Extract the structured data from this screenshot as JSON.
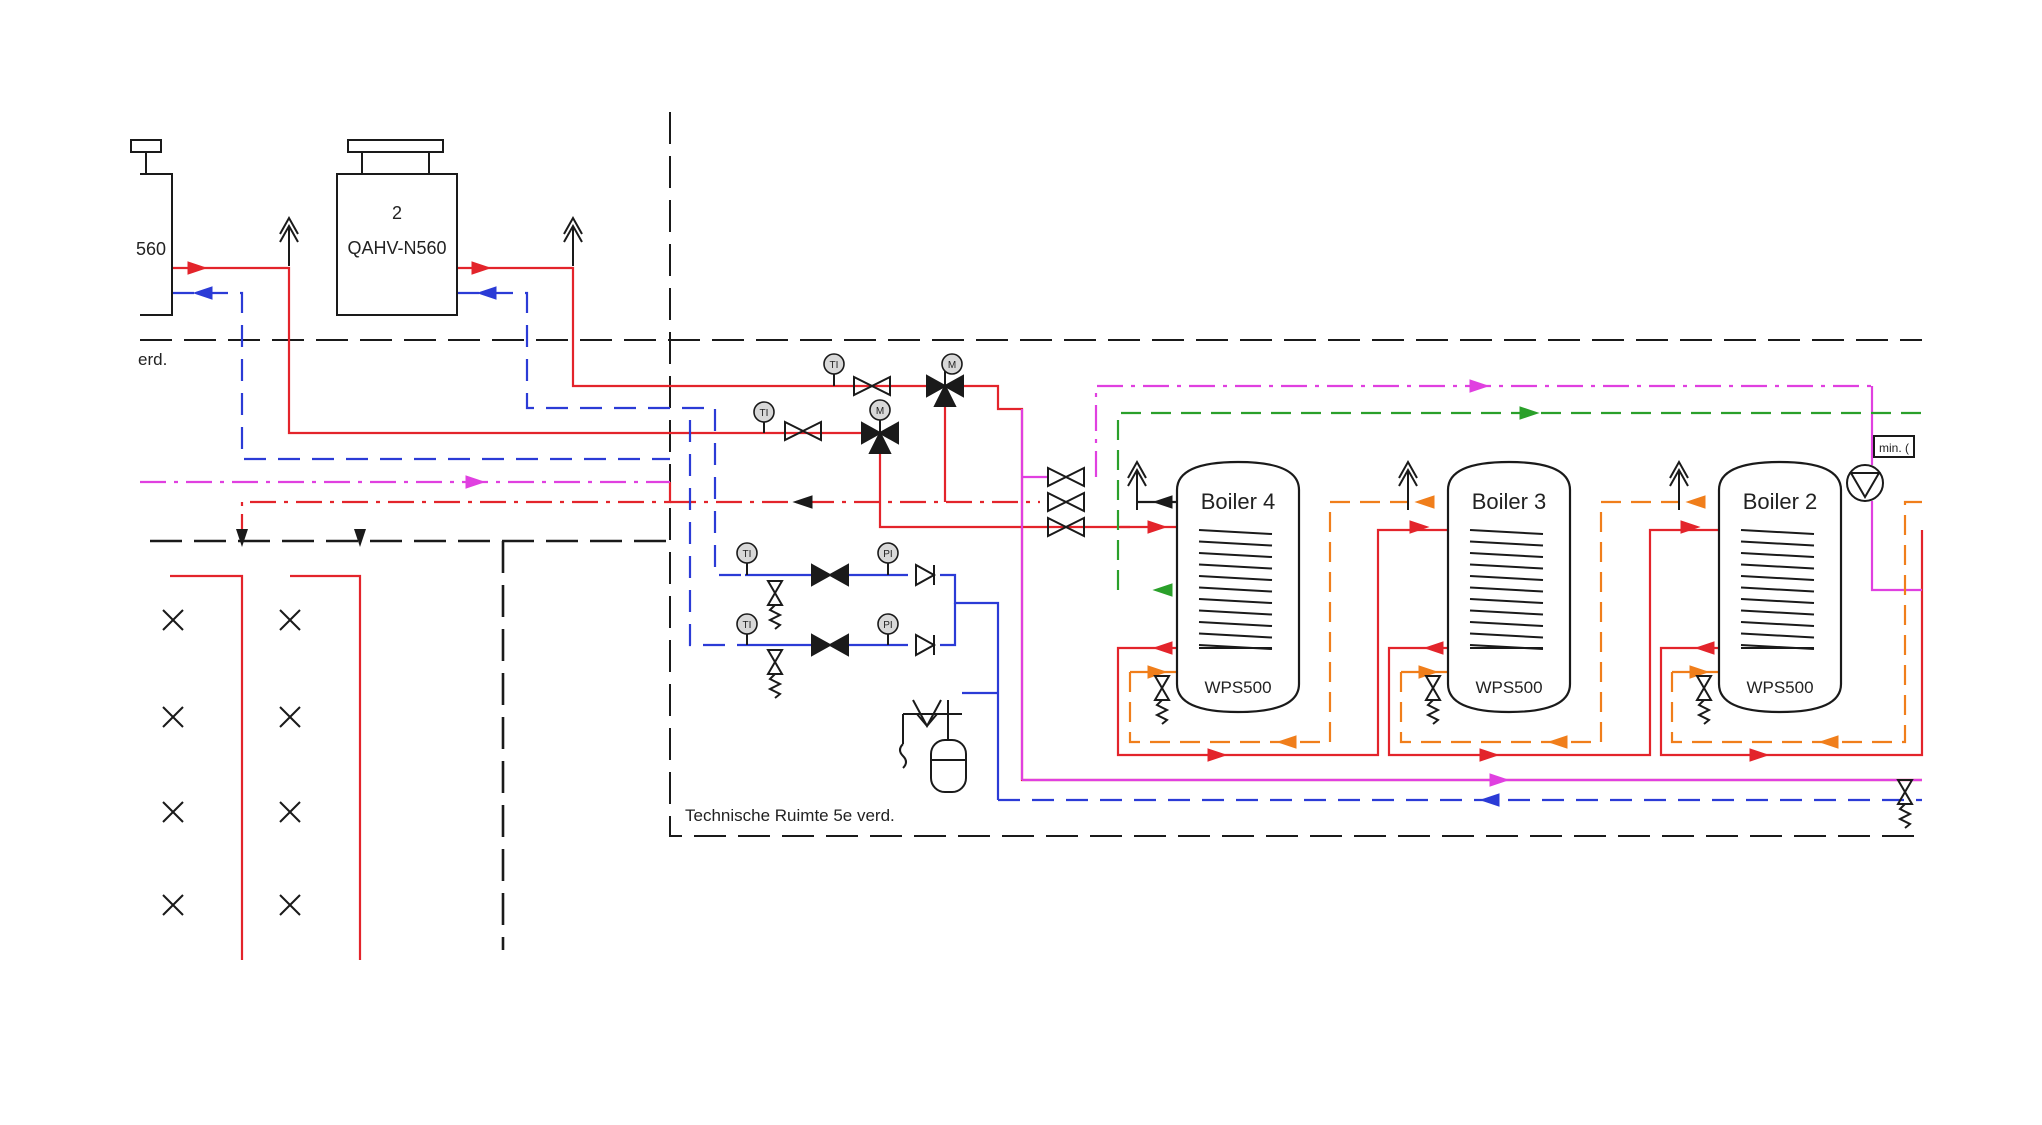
{
  "heat_pumps": [
    {
      "number": "",
      "model": "560",
      "name": "heat-pump-1"
    },
    {
      "number": "2",
      "model": "QAHV-N560",
      "name": "heat-pump-2"
    }
  ],
  "floor_labels": {
    "upper_floor": "erd.",
    "technical_room": "Technische Ruimte 5e verd."
  },
  "boilers": [
    {
      "title": "Boiler 4",
      "model": "WPS500"
    },
    {
      "title": "Boiler 3",
      "model": "WPS500"
    },
    {
      "title": "Boiler 2",
      "model": "WPS500"
    }
  ],
  "instruments": {
    "ti": "TI",
    "pi": "PI",
    "motor": "M"
  },
  "min_label": "min. (",
  "colors": {
    "heating_supply": "#e3242b",
    "cold_return": "#2b3bd6",
    "circulation": "#e040e0",
    "green_line": "#2aa02a",
    "orange_loop": "#f07e1b",
    "black": "#1a1a1a"
  }
}
